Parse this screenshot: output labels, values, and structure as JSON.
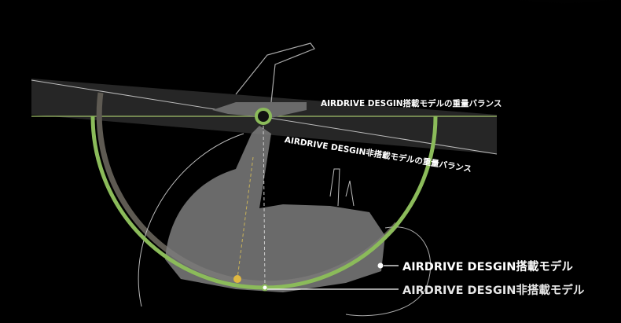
{
  "labels": {
    "balance_with": "AIRDRIVE DESGIN搭載モデルの重量バランス",
    "balance_without": "AIRDRIVE DESGIN非搭載モデルの重量バランス",
    "model_with": "AIRDRIVE DESGIN搭載モデル",
    "model_without": "AIRDRIVE DESGIN非搭載モデル"
  },
  "colors": {
    "with_model": "#8bbb5a",
    "without_model": "#6e6a62",
    "background": "#000000",
    "pivot_accent": "#e0b840"
  }
}
